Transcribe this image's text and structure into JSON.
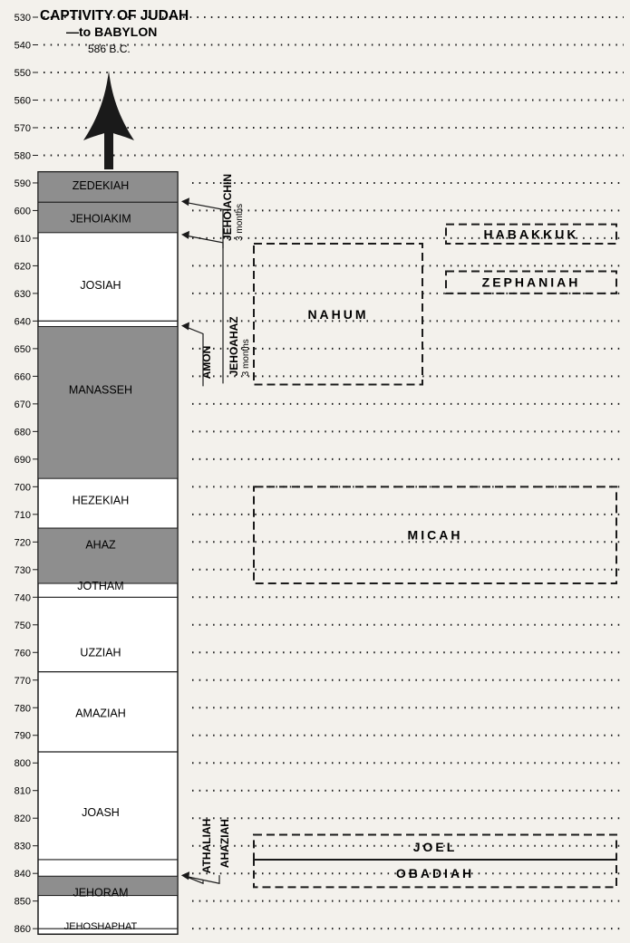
{
  "title": {
    "line1": "CAPTIVITY OF JUDAH",
    "line2": "—to BABYLON",
    "line3": "586 B.C."
  },
  "colors": {
    "background": "#f3f1ec",
    "ink": "#1a1a1a",
    "evil_reign_shade": "#8e8e8e",
    "box_fill": "#ffffff"
  },
  "chart_data": {
    "type": "timeline",
    "axis": {
      "ticks": [
        530,
        540,
        550,
        560,
        570,
        580,
        590,
        600,
        610,
        620,
        630,
        640,
        650,
        660,
        670,
        680,
        690,
        700,
        710,
        720,
        730,
        740,
        750,
        760,
        770,
        780,
        790,
        800,
        810,
        820,
        830,
        840,
        850,
        860
      ],
      "direction": "descending downward (B.C.)"
    },
    "kings": [
      {
        "name": "ZEDEKIAH",
        "start": 597,
        "end": 586,
        "shaded": true
      },
      {
        "name": "JEHOIAKIM",
        "start": 608,
        "end": 597,
        "shaded": true
      },
      {
        "name": "JOSIAH",
        "start": 640,
        "end": 609,
        "shaded": false
      },
      {
        "name": "MANASSEH",
        "start": 697,
        "end": 642,
        "shaded": true
      },
      {
        "name": "HEZEKIAH",
        "start": 715,
        "end": 686,
        "shaded": false
      },
      {
        "name": "AHAZ",
        "start": 735,
        "end": 715,
        "shaded": true
      },
      {
        "name": "JOTHAM",
        "start": 740,
        "end": 732,
        "shaded": false
      },
      {
        "name": "UZZIAH",
        "start": 767,
        "end": 740,
        "shaded": false
      },
      {
        "name": "AMAZIAH",
        "start": 796,
        "end": 767,
        "shaded": false
      },
      {
        "name": "JOASH",
        "start": 835,
        "end": 796,
        "shaded": false
      },
      {
        "name": "JEHORAM",
        "start": 848,
        "end": 841,
        "shaded": true
      },
      {
        "name": "JEHOSHAPHAT",
        "start": 860,
        "end": 848,
        "shaded": false
      }
    ],
    "short_reigns": [
      {
        "name": "JEHOIACHIN",
        "note": "3 months",
        "year": 597
      },
      {
        "name": "JEHOAHAZ",
        "note": "3 months",
        "year": 609
      },
      {
        "name": "AMON",
        "note": "",
        "year": 642
      },
      {
        "name": "ATHALIAH",
        "note": "",
        "year": 841
      },
      {
        "name": "AHAZIAH",
        "note": "",
        "year": 841
      }
    ],
    "prophets": [
      {
        "name": "HABAKKUK",
        "start": 612,
        "end": 605
      },
      {
        "name": "ZEPHANIAH",
        "start": 630,
        "end": 622
      },
      {
        "name": "NAHUM",
        "start": 663,
        "end": 612
      },
      {
        "name": "MICAH",
        "start": 735,
        "end": 700
      },
      {
        "name": "JOEL",
        "start": 835,
        "end": 826
      },
      {
        "name": "OBADIAH",
        "start": 845,
        "end": 835
      }
    ]
  }
}
